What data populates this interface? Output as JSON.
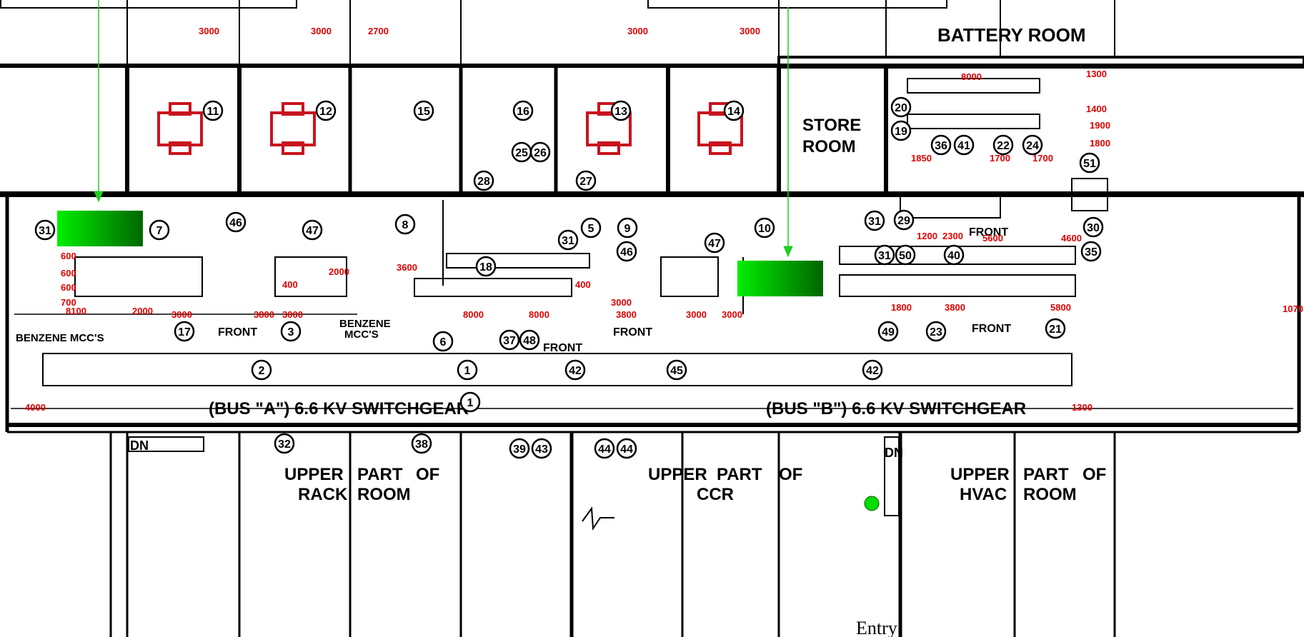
{
  "rooms": {
    "battery": "BATTERY ROOM",
    "store_line1": "STORE",
    "store_line2": "ROOM",
    "rack_line1": "UPPER",
    "rack_line2": "RACK",
    "rack_line3": "PART",
    "rack_line4": "ROOM",
    "rack_of": "OF",
    "ccr_line1": "UPPER",
    "ccr_line2": "PART",
    "ccr_line3": "OF",
    "ccr_line4": "CCR",
    "hvac_line1": "UPPER",
    "hvac_line2": "HVAC",
    "hvac_line3": "PART",
    "hvac_line4": "ROOM",
    "hvac_of": "OF"
  },
  "switchgear": {
    "bus_a": "(BUS \"A\") 6.6 KV SWITCHGEAR",
    "bus_b": "(BUS \"B\") 6.6 KV SWITCHGEAR"
  },
  "labels": {
    "benzene_mcc": "BENZENE MCC'S",
    "benzene_line1": "BENZENE",
    "benzene_line2": "MCC'S",
    "front": "FRONT",
    "dn": "DN",
    "entry": "Entry"
  },
  "callouts": [
    "11",
    "12",
    "15",
    "16",
    "13",
    "14",
    "20",
    "19",
    "36",
    "41",
    "22",
    "24",
    "51",
    "25",
    "26",
    "28",
    "27",
    "31",
    "7",
    "46",
    "47",
    "8",
    "31",
    "5",
    "9",
    "46",
    "47",
    "10",
    "31",
    "29",
    "30",
    "31",
    "50",
    "40",
    "35",
    "18",
    "6",
    "37",
    "48",
    "49",
    "23",
    "21",
    "17",
    "3",
    "2",
    "1",
    "42",
    "45",
    "42",
    "1",
    "32",
    "38",
    "39",
    "43",
    "44",
    "44",
    "43"
  ],
  "dimensions": [
    "3000",
    "3000",
    "2700",
    "3000",
    "3000",
    "8000",
    "1300",
    "1400",
    "1900",
    "1800",
    "1700",
    "1850",
    "1700",
    "600",
    "600",
    "600",
    "700",
    "8100",
    "2000",
    "3000",
    "3800",
    "3000",
    "2000",
    "8000",
    "3600",
    "8000",
    "3000",
    "400",
    "400",
    "3000",
    "3800",
    "3000",
    "1800",
    "3800",
    "5800",
    "1070",
    "1200",
    "2300",
    "5600",
    "4600",
    "4000",
    "1300",
    "1300"
  ],
  "colors": {
    "wall": "#000000",
    "equipment_red": "#c8141e",
    "dimension_red": "#e00000",
    "marker_green": "#00dd00",
    "arrow_green": "#22cc22"
  },
  "icons": [
    "green-zone-marker",
    "green-zone-marker",
    "entry-dot-icon",
    "pointer-arrow-icon",
    "pointer-arrow-icon"
  ]
}
